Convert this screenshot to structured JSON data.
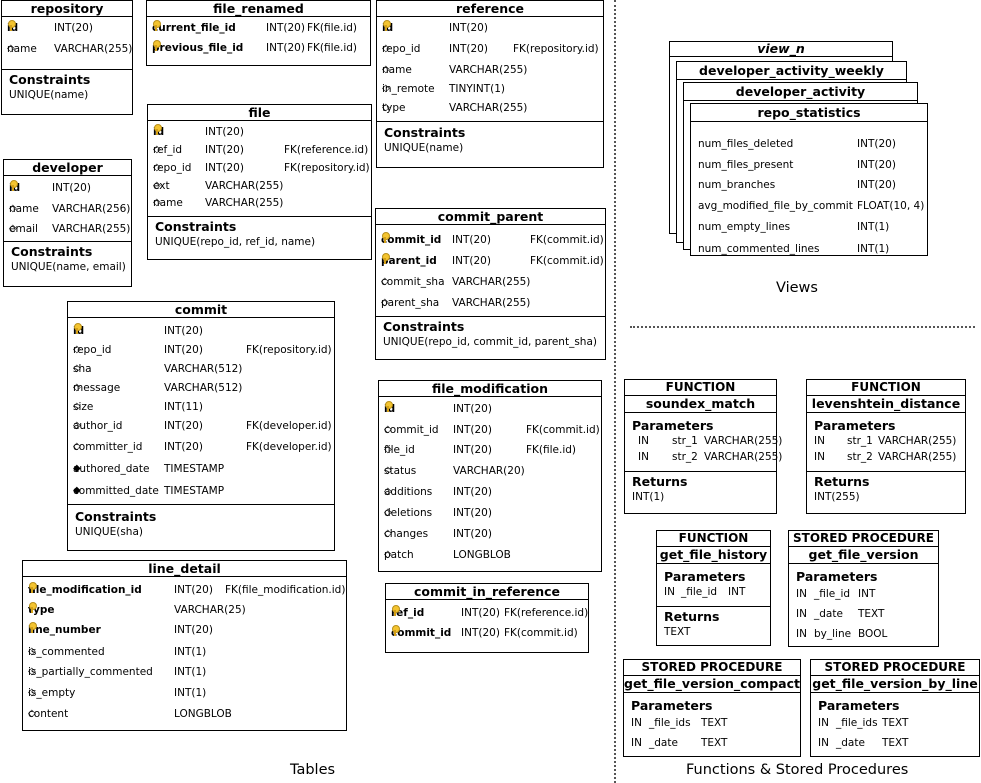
{
  "captions": {
    "tables": "Tables",
    "functions": "Functions & Stored Procedures",
    "views": "Views"
  },
  "tables": {
    "repository": {
      "title": "repository",
      "rows": [
        {
          "name": "id",
          "type": "INT(20)",
          "fk": ""
        },
        {
          "name": "name",
          "type": "VARCHAR(255)",
          "fk": ""
        }
      ],
      "constraints_label": "Constraints",
      "constraints": "UNIQUE(name)"
    },
    "file_renamed": {
      "title": "file_renamed",
      "rows": [
        {
          "name": "current_file_id",
          "type": "INT(20)",
          "fk": "FK(file.id)"
        },
        {
          "name": "previous_file_id",
          "type": "INT(20)",
          "fk": "FK(file.id)"
        }
      ]
    },
    "reference": {
      "title": "reference",
      "rows": [
        {
          "name": "id",
          "type": "INT(20)",
          "fk": ""
        },
        {
          "name": "repo_id",
          "type": "INT(20)",
          "fk": "FK(repository.id)"
        },
        {
          "name": "name",
          "type": "VARCHAR(255)",
          "fk": ""
        },
        {
          "name": "in_remote",
          "type": "TINYINT(1)",
          "fk": ""
        },
        {
          "name": "type",
          "type": "VARCHAR(255)",
          "fk": ""
        }
      ],
      "constraints_label": "Constraints",
      "constraints": "UNIQUE(name)"
    },
    "file": {
      "title": "file",
      "rows": [
        {
          "name": "id",
          "type": "INT(20)",
          "fk": ""
        },
        {
          "name": "ref_id",
          "type": "INT(20)",
          "fk": "FK(reference.id)"
        },
        {
          "name": "repo_id",
          "type": "INT(20)",
          "fk": "FK(repository.id)"
        },
        {
          "name": "ext",
          "type": "VARCHAR(255)",
          "fk": ""
        },
        {
          "name": "name",
          "type": "VARCHAR(255)",
          "fk": ""
        }
      ],
      "constraints_label": "Constraints",
      "constraints": "UNIQUE(repo_id, ref_id, name)"
    },
    "developer": {
      "title": "developer",
      "rows": [
        {
          "name": "id",
          "type": "INT(20)",
          "fk": ""
        },
        {
          "name": "name",
          "type": "VARCHAR(256)",
          "fk": ""
        },
        {
          "name": "email",
          "type": "VARCHAR(255)",
          "fk": ""
        }
      ],
      "constraints_label": "Constraints",
      "constraints": "UNIQUE(name, email)"
    },
    "commit_parent": {
      "title": "commit_parent",
      "rows": [
        {
          "name": "commit_id",
          "type": "INT(20)",
          "fk": "FK(commit.id)"
        },
        {
          "name": "parent_id",
          "type": "INT(20)",
          "fk": "FK(commit.id)"
        },
        {
          "name": "commit_sha",
          "type": "VARCHAR(255)",
          "fk": ""
        },
        {
          "name": "parent_sha",
          "type": "VARCHAR(255)",
          "fk": ""
        }
      ],
      "constraints_label": "Constraints",
      "constraints": "UNIQUE(repo_id, commit_id, parent_sha)"
    },
    "commit": {
      "title": "commit",
      "rows": [
        {
          "name": "id",
          "type": "INT(20)",
          "fk": ""
        },
        {
          "name": "repo_id",
          "type": "INT(20)",
          "fk": "FK(repository.id)"
        },
        {
          "name": "sha",
          "type": "VARCHAR(512)",
          "fk": ""
        },
        {
          "name": "message",
          "type": "VARCHAR(512)",
          "fk": ""
        },
        {
          "name": "size",
          "type": "INT(11)",
          "fk": ""
        },
        {
          "name": "author_id",
          "type": "INT(20)",
          "fk": "FK(developer.id)"
        },
        {
          "name": "committer_id",
          "type": "INT(20)",
          "fk": "FK(developer.id)"
        },
        {
          "name": "authored_date",
          "type": "TIMESTAMP",
          "fk": ""
        },
        {
          "name": "committed_date",
          "type": "TIMESTAMP",
          "fk": ""
        }
      ],
      "constraints_label": "Constraints",
      "constraints": "UNIQUE(sha)"
    },
    "file_modification": {
      "title": "file_modification",
      "rows": [
        {
          "name": "id",
          "type": "INT(20)",
          "fk": ""
        },
        {
          "name": "commit_id",
          "type": "INT(20)",
          "fk": "FK(commit.id)"
        },
        {
          "name": "file_id",
          "type": "INT(20)",
          "fk": "FK(file.id)"
        },
        {
          "name": "status",
          "type": "VARCHAR(20)",
          "fk": ""
        },
        {
          "name": "additions",
          "type": "INT(20)",
          "fk": ""
        },
        {
          "name": "deletions",
          "type": "INT(20)",
          "fk": ""
        },
        {
          "name": "changes",
          "type": "INT(20)",
          "fk": ""
        },
        {
          "name": "patch",
          "type": "LONGBLOB",
          "fk": ""
        }
      ]
    },
    "line_detail": {
      "title": "line_detail",
      "rows": [
        {
          "name": "file_modification_id",
          "type": "INT(20)",
          "fk": "FK(file_modification.id)"
        },
        {
          "name": "type",
          "type": "VARCHAR(25)",
          "fk": ""
        },
        {
          "name": "line_number",
          "type": "INT(20)",
          "fk": ""
        },
        {
          "name": "is_commented",
          "type": "INT(1)",
          "fk": ""
        },
        {
          "name": "is_partially_commented",
          "type": "INT(1)",
          "fk": ""
        },
        {
          "name": "is_empty",
          "type": "INT(1)",
          "fk": ""
        },
        {
          "name": "content",
          "type": "LONGBLOB",
          "fk": ""
        }
      ]
    },
    "commit_in_reference": {
      "title": "commit_in_reference",
      "rows": [
        {
          "name": "ref_id",
          "type": "INT(20)",
          "fk": "FK(reference.id)"
        },
        {
          "name": "commit_id",
          "type": "INT(20)",
          "fk": "FK(commit.id)"
        }
      ]
    }
  },
  "views": {
    "stack_titles": [
      "view_n",
      "developer_activity_weekly",
      "developer_activity"
    ],
    "front": {
      "title": "repo_statistics",
      "rows": [
        {
          "name": "num_files_deleted",
          "type": "INT(20)"
        },
        {
          "name": "num_files_present",
          "type": "INT(20)"
        },
        {
          "name": "num_branches",
          "type": "INT(20)"
        },
        {
          "name": "avg_modified_file_by_commit",
          "type": "FLOAT(10, 4)"
        },
        {
          "name": "num_empty_lines",
          "type": "INT(1)"
        },
        {
          "name": "num_commented_lines",
          "type": "INT(1)"
        }
      ]
    }
  },
  "routines": {
    "soundex_match": {
      "kind": "FUNCTION",
      "name": "soundex_match",
      "params_label": "Parameters",
      "params": [
        {
          "dir": "IN",
          "name": "str_1",
          "type": "VARCHAR(255)"
        },
        {
          "dir": "IN",
          "name": "str_2",
          "type": "VARCHAR(255)"
        }
      ],
      "returns_label": "Returns",
      "returns": "INT(1)"
    },
    "levenshtein_distance": {
      "kind": "FUNCTION",
      "name": "levenshtein_distance",
      "params_label": "Parameters",
      "params": [
        {
          "dir": "IN",
          "name": "str_1",
          "type": "VARCHAR(255)"
        },
        {
          "dir": "IN",
          "name": "str_2",
          "type": "VARCHAR(255)"
        }
      ],
      "returns_label": "Returns",
      "returns": "INT(255)"
    },
    "get_file_history": {
      "kind": "FUNCTION",
      "name": "get_file_history",
      "params_label": "Parameters",
      "params": [
        {
          "dir": "IN",
          "name": "_file_id",
          "type": "INT"
        }
      ],
      "returns_label": "Returns",
      "returns": "TEXT"
    },
    "get_file_version": {
      "kind": "STORED PROCEDURE",
      "name": "get_file_version",
      "params_label": "Parameters",
      "params": [
        {
          "dir": "IN",
          "name": "_file_id",
          "type": "INT"
        },
        {
          "dir": "IN",
          "name": "_date",
          "type": "TEXT"
        },
        {
          "dir": "IN",
          "name": "by_line",
          "type": "BOOL"
        }
      ]
    },
    "get_file_version_compact": {
      "kind": "STORED PROCEDURE",
      "name": "get_file_version_compact",
      "params_label": "Parameters",
      "params": [
        {
          "dir": "IN",
          "name": "_file_ids",
          "type": "TEXT"
        },
        {
          "dir": "IN",
          "name": "_date",
          "type": "TEXT"
        }
      ]
    },
    "get_file_version_by_line": {
      "kind": "STORED PROCEDURE",
      "name": "get_file_version_by_line",
      "params_label": "Parameters",
      "params": [
        {
          "dir": "IN",
          "name": "_file_ids",
          "type": "TEXT"
        },
        {
          "dir": "IN",
          "name": "_date",
          "type": "TEXT"
        }
      ]
    }
  }
}
